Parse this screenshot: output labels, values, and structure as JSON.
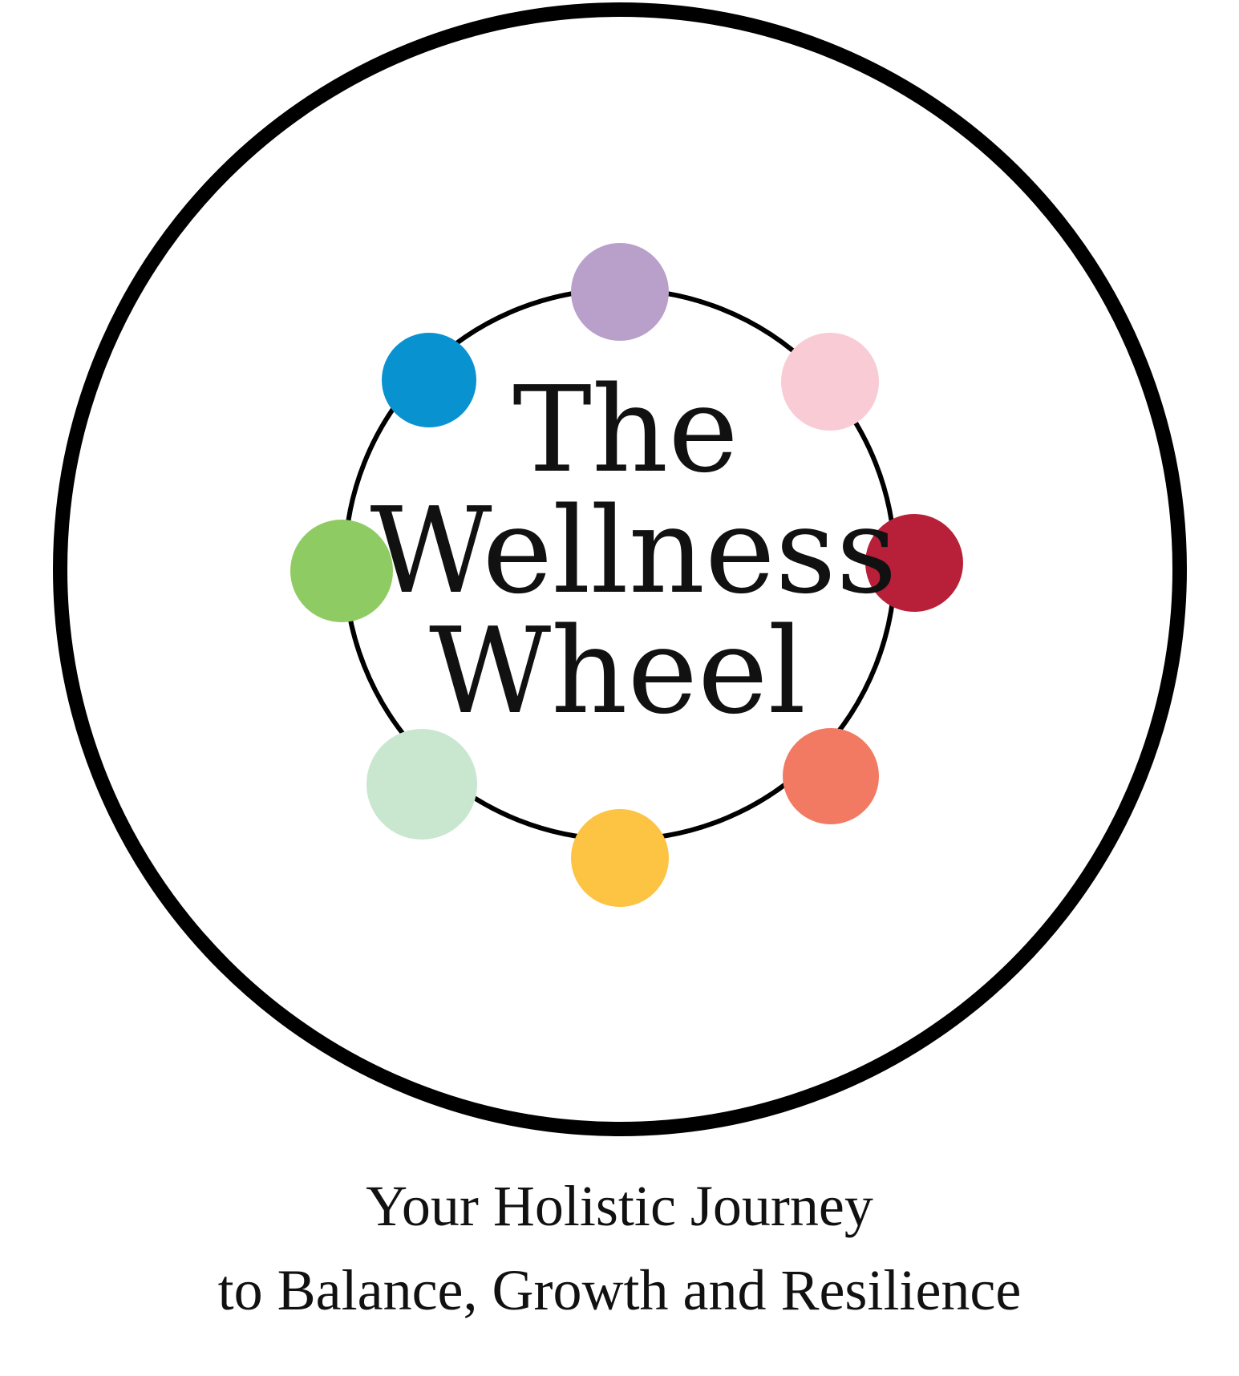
{
  "logo": {
    "title_lines": [
      "The",
      "Wellness",
      "Wheel"
    ],
    "outer_ring_color": "#000000",
    "inner_ring_color": "#000000",
    "dot_colors": [
      "#B8A0CA",
      "#F9CBD4",
      "#B8203A",
      "#F27A62",
      "#FDC342",
      "#C9E6CF",
      "#8FCB63",
      "#0892D0"
    ]
  },
  "tagline": {
    "line1": "Your Holistic Journey",
    "line2": "to Balance, Growth and Resilience"
  }
}
